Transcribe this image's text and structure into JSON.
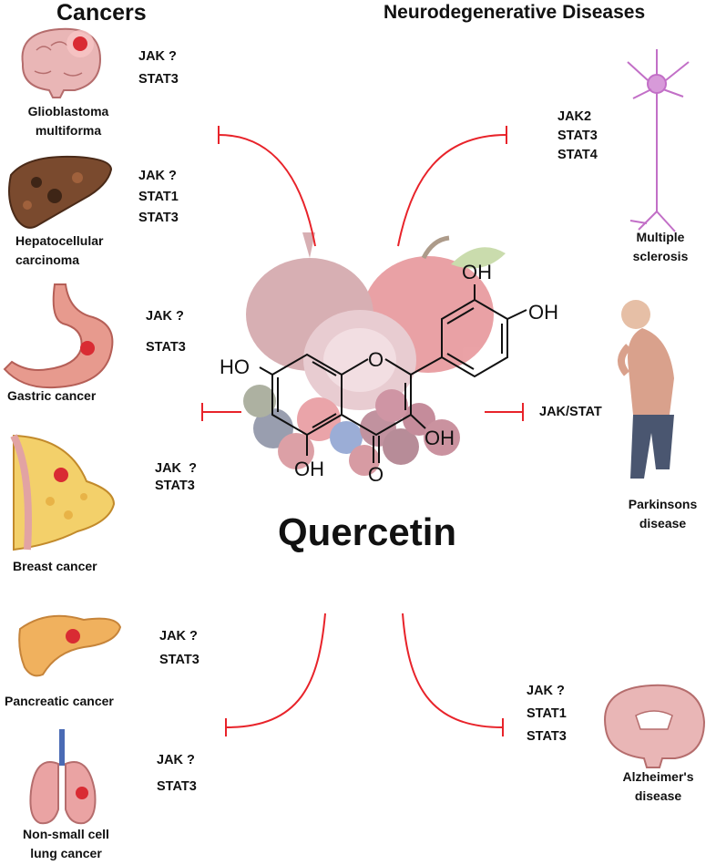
{
  "headings": {
    "cancers": "Cancers",
    "neuro": "Neurodegenerative Diseases"
  },
  "center": {
    "compound": "Quercetin",
    "groups": {
      "oh_top": "OH",
      "oh_right": "OH",
      "oh_left": "HO",
      "oh_mid": "OH",
      "oh_bottom": "OH",
      "oxo": "O",
      "ring_o": "O"
    }
  },
  "cancers": [
    {
      "name": "Glioblastoma\nmultiforma",
      "pathway": "JAK ?\nSTAT3"
    },
    {
      "name": "Hepatocellular\ncarcinoma",
      "pathway": "JAK ?\nSTAT1\nSTAT3"
    },
    {
      "name": "Gastric cancer",
      "pathway": "JAK ?\nSTAT3"
    },
    {
      "name": "Breast cancer",
      "pathway": "JAK  ?\nSTAT3"
    },
    {
      "name": "Pancreatic cancer",
      "pathway": "JAK ?\nSTAT3"
    },
    {
      "name": "Non-small cell\nlung cancer",
      "pathway": "JAK ?\nSTAT3"
    }
  ],
  "neuro": [
    {
      "name": "Multiple\nsclerosis",
      "pathway": "JAK2\nSTAT3\nSTAT4"
    },
    {
      "name": "Parkinsons\ndisease",
      "pathway": "JAK/STAT"
    },
    {
      "name": "Alzheimer's\ndisease",
      "pathway": "JAK ?\nSTAT1\nSTAT3"
    }
  ],
  "colors": {
    "inhibit": "#e8232a",
    "tissue": "#e8a3a3",
    "tumor": "#d92b33"
  }
}
